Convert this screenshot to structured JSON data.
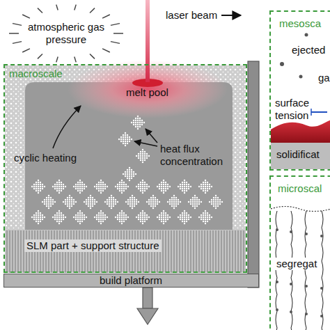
{
  "diagram": {
    "nodes": [
      {
        "text": [
          "macroscale"
        ]
      },
      {
        "text": [
          "mesosca",
          "ejected",
          "ga",
          "surface tension",
          "solidificat"
        ]
      },
      {
        "text": [
          "microscal",
          "segregat"
        ]
      },
      {
        "text": [
          "build platform"
        ]
      }
    ],
    "labels": [
      "atmospheric gas pressure",
      "laser beam",
      "melt pool",
      "cyclic heating",
      "heat flux concentration",
      "SLM part + support structure"
    ]
  }
}
